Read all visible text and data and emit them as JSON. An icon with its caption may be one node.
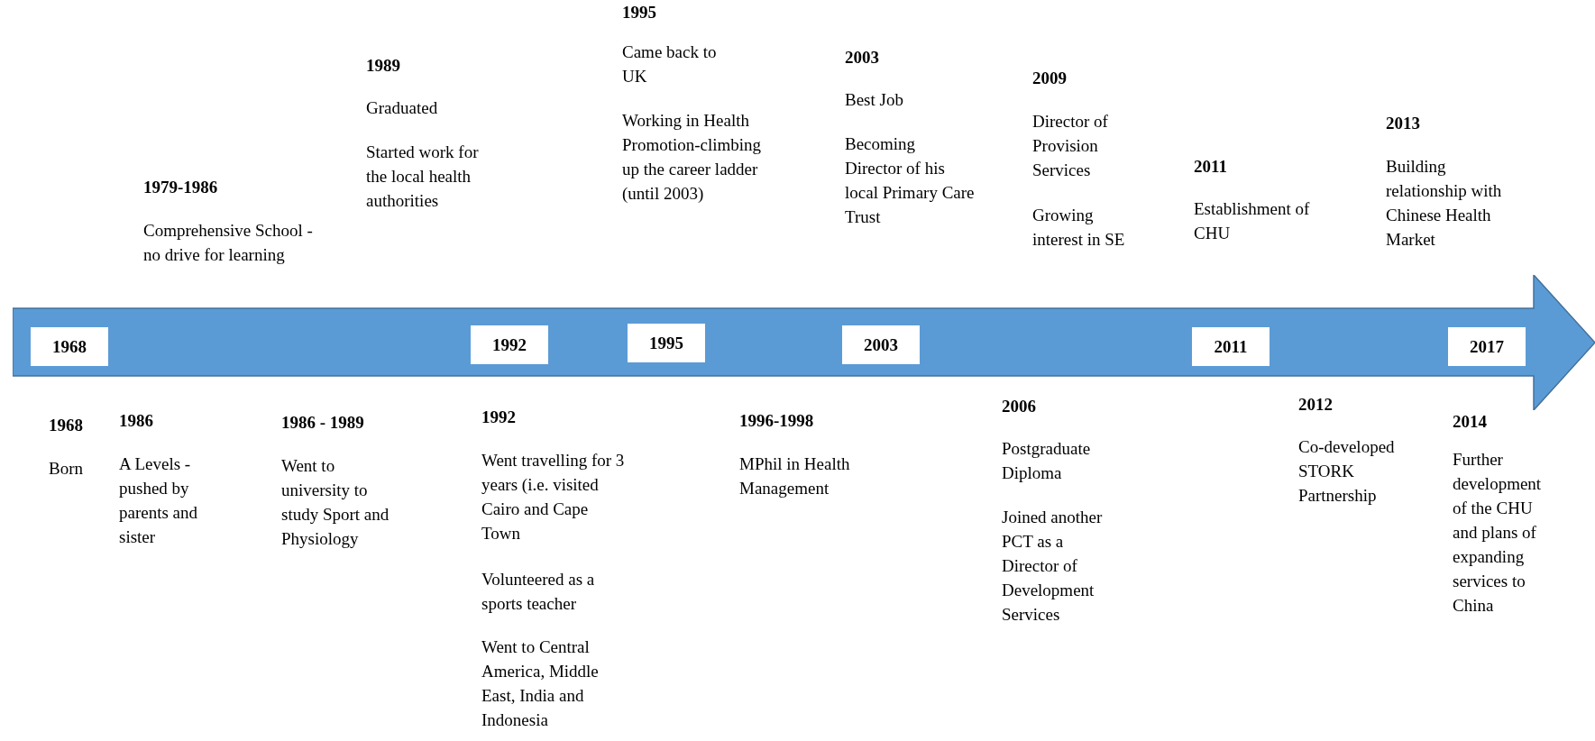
{
  "diagram": {
    "nodes": [
      {
        "text": [],
        "shape": "arrow"
      },
      {
        "text": [
          "1968"
        ],
        "in": 0
      },
      {
        "text": [
          "1992"
        ],
        "in": 0
      },
      {
        "text": [
          "1995"
        ],
        "in": 0
      },
      {
        "text": [
          "2003"
        ],
        "in": 0
      },
      {
        "text": [
          "2011"
        ],
        "in": 0
      },
      {
        "text": [
          "2017"
        ],
        "in": 0
      }
    ],
    "edges": [],
    "labels": [
      "1979-1986",
      "Comprehensive School - no drive for learning",
      "1989",
      "Graduated",
      "Started work for the local health authorities",
      "1995",
      "Came back to UK",
      "Working in Health Promotion-climbing up the career ladder (until 2003)",
      "2003",
      "Best Job",
      "Becoming Director of his local Primary Care Trust",
      "2009",
      "Director of Provision Services",
      "Growing interest in SE",
      "2011",
      "Establishment of CHU",
      "2013",
      "Building relationship with Chinese Health Market",
      "1968",
      "Born",
      "1986",
      "A Levels - pushed by parents and sister",
      "1986 - 1989",
      "Went to university to study Sport and Physiology",
      "1992",
      "Went travelling for 3 years (i.e. visited Cairo and Cape Town",
      "Volunteered as a sports teacher",
      "Went to Central America, Middle East, India and Indonesia",
      "1996-1998",
      "MPhil in Health Management",
      "2006",
      "Postgraduate Diploma",
      "Joined another PCT as a Director of Development Services",
      "2012",
      "Co-developed STORK Partnership",
      "2014",
      "Further development of the CHU and plans of expanding services to China"
    ]
  }
}
